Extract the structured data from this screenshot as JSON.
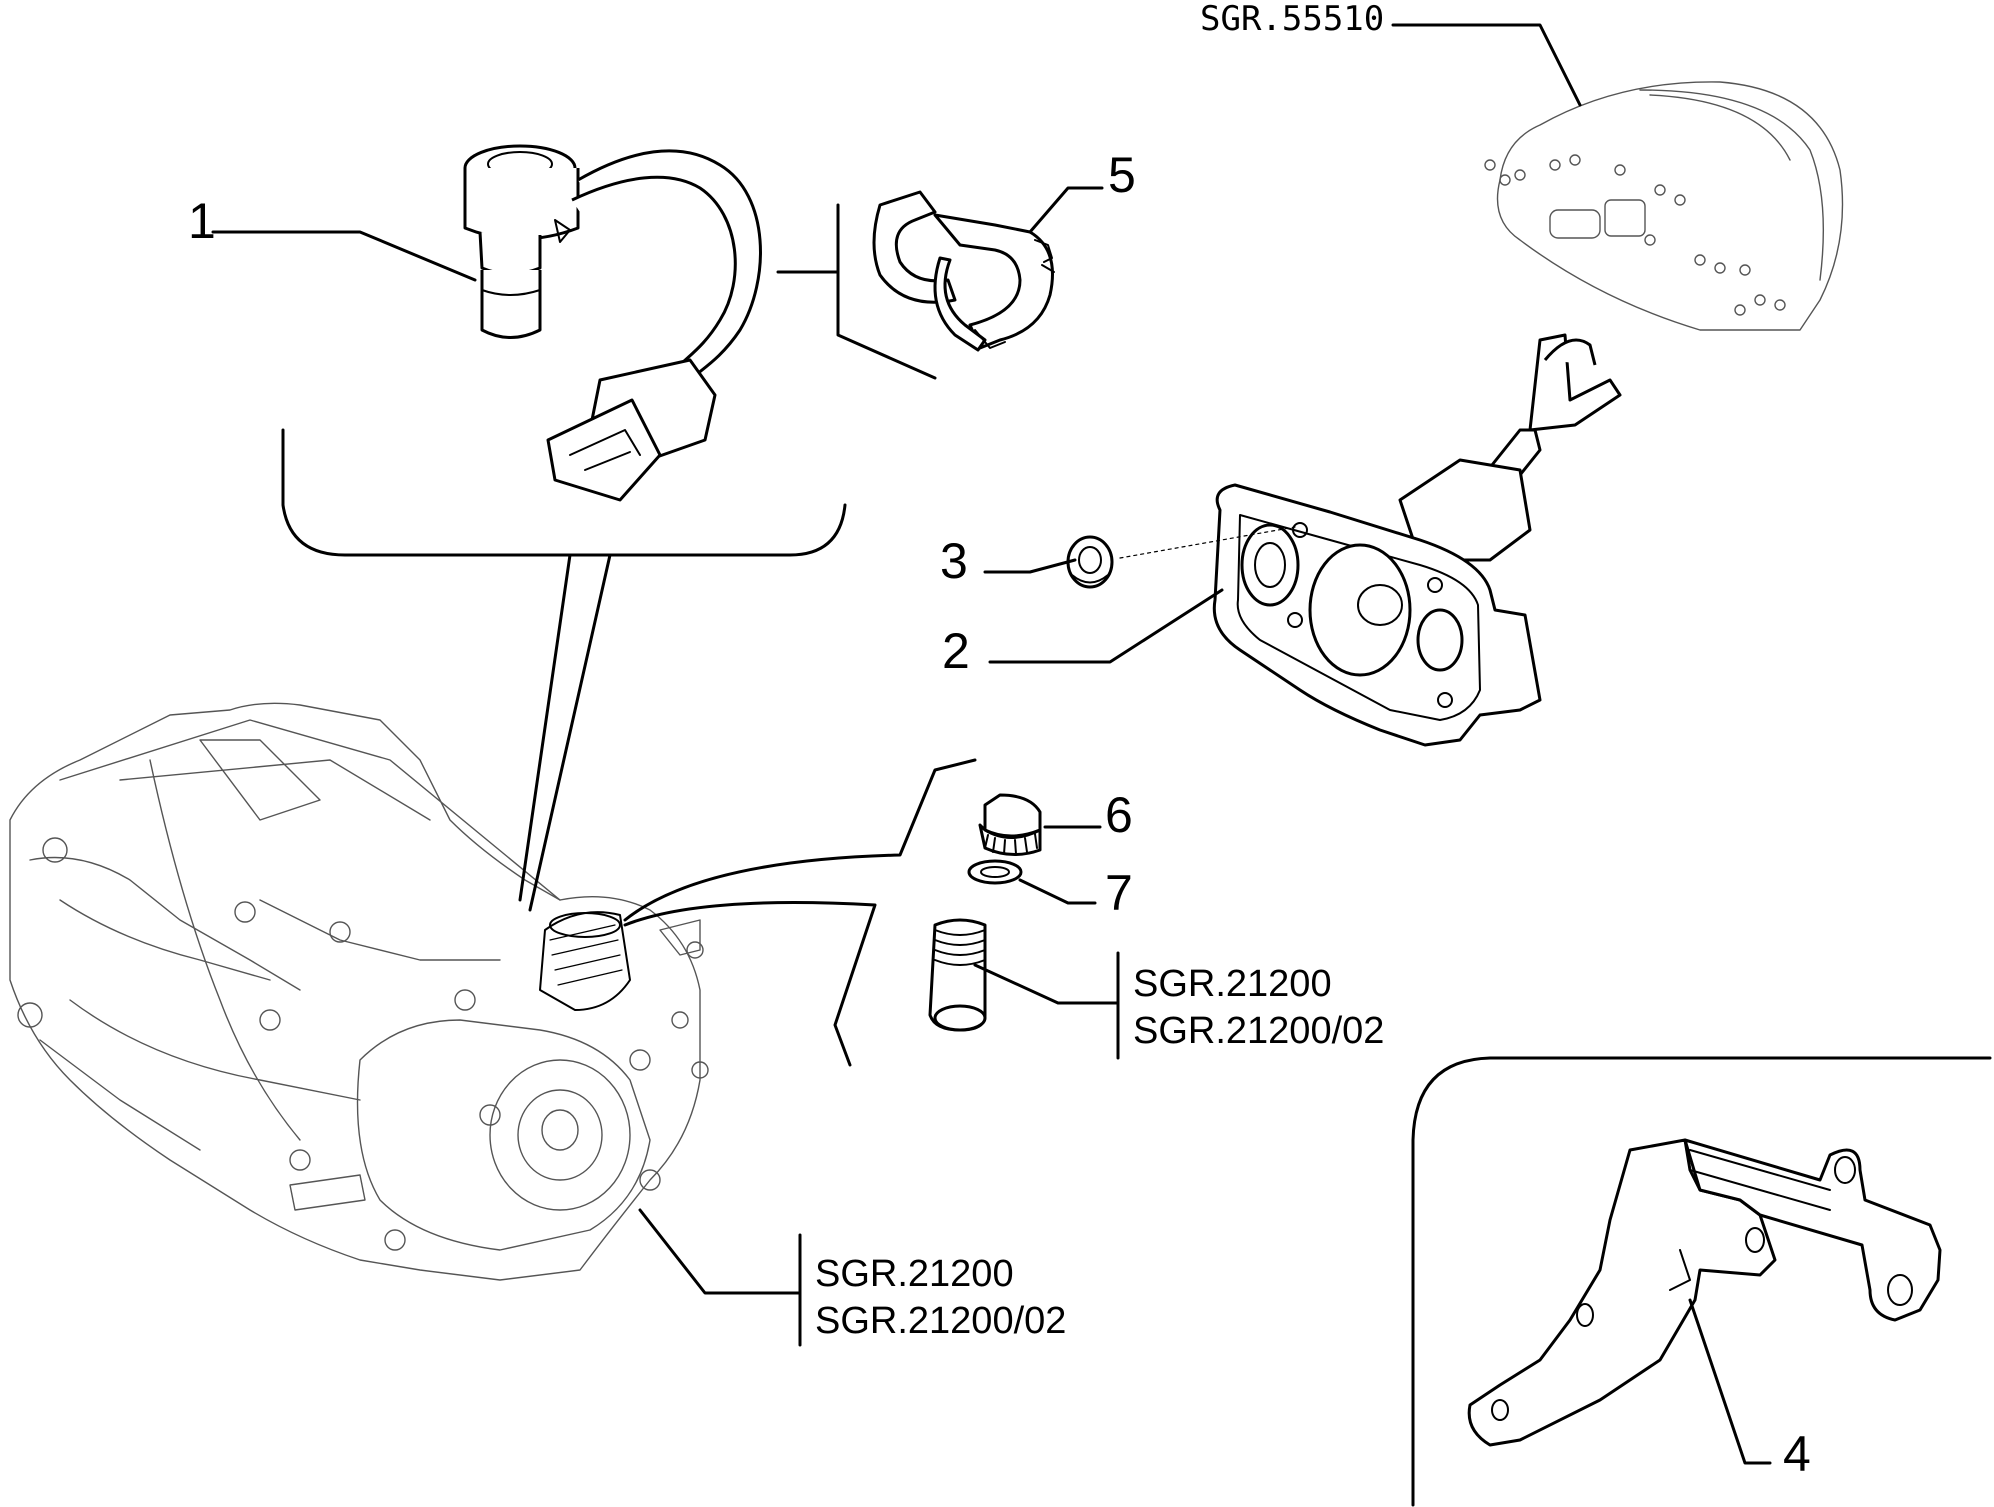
{
  "callouts": {
    "part_1": "1",
    "part_2": "2",
    "part_3": "3",
    "part_4": "4",
    "part_5": "5",
    "part_6": "6",
    "part_7": "7"
  },
  "references": {
    "top": "SGR.55510",
    "middle": [
      "SGR.21200",
      "SGR.21200/02"
    ],
    "bottom": [
      "SGR.21200",
      "SGR.21200/02"
    ]
  }
}
